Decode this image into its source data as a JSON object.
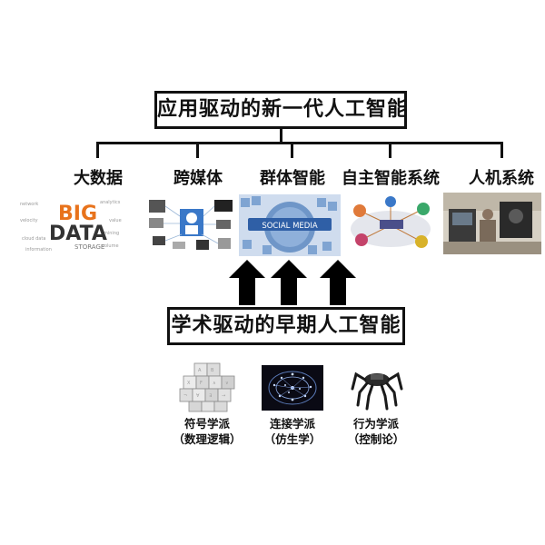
{
  "top_title": "应用驱动的新一代人工智能",
  "mid_title": "学术驱动的早期人工智能",
  "categories": [
    {
      "label": "大数据",
      "icon": "big-data-word-cloud"
    },
    {
      "label": "跨媒体",
      "icon": "devices-network-collage"
    },
    {
      "label": "群体智能",
      "icon": "social-media-globe"
    },
    {
      "label": "自主智能系统",
      "icon": "autonomous-system-hub"
    },
    {
      "label": "人机系统",
      "icon": "human-machine-scene"
    }
  ],
  "big_data_thumb": {
    "big": "BIG",
    "data": "DATA",
    "storage": "STORAGE"
  },
  "social_thumb": {
    "text": "SOCIAL MEDIA"
  },
  "schools": [
    {
      "name": "符号学派",
      "sub": "（数理逻辑）",
      "icon": "cubes-icon"
    },
    {
      "name": "连接学派",
      "sub": "（仿生学）",
      "icon": "neural-brain-icon"
    },
    {
      "name": "行为学派",
      "sub": "（控制论）",
      "icon": "hexapod-robot-icon"
    }
  ],
  "colors": {
    "line": "#111111",
    "accent_orange": "#e8731c",
    "media_blue": "#3a78c8"
  }
}
